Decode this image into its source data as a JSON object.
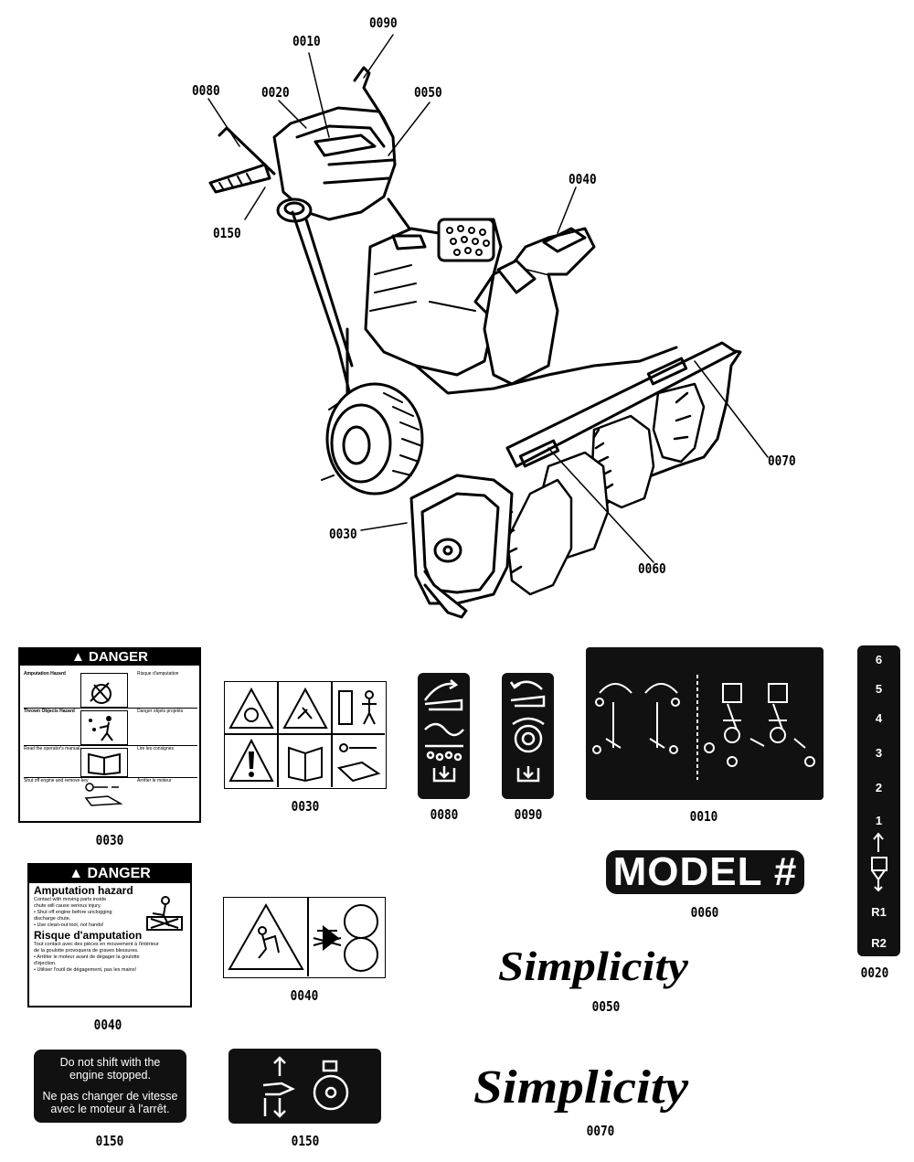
{
  "callouts": {
    "c0090": "0090",
    "c0010": "0010",
    "c0080": "0080",
    "c0020": "0020",
    "c0050": "0050",
    "c0040": "0040",
    "c0150": "0150",
    "c0070": "0070",
    "c0030": "0030",
    "c0060": "0060"
  },
  "parts": {
    "p0030a": "0030",
    "p0030b": "0030",
    "p0080": "0080",
    "p0090": "0090",
    "p0010": "0010",
    "p0060": "0060",
    "p0020": "0020",
    "p0040a": "0040",
    "p0040b": "0040",
    "p0050": "0050",
    "p0150a": "0150",
    "p0150b": "0150",
    "p0070": "0070"
  },
  "danger_decal_1": {
    "header": "▲ DANGER",
    "left": [
      "Amputation Hazard",
      "Thrown Objects Hazard",
      "Read the operator's manual",
      "Shut off engine and remove key"
    ],
    "right": [
      "Risque d'amputation",
      "Danger objets projetés",
      "Lire les consignes",
      "Arrêter le moteur"
    ]
  },
  "danger_decal_2": {
    "header": "▲ DANGER",
    "title_en": "Amputation hazard",
    "body_en": [
      "Contact with moving parts inside",
      "chute will cause serious injury.",
      "• Shut off engine before unclogging",
      "   discharge chute.",
      "• Use clean-out tool, not hands!"
    ],
    "title_fr": "Risque d'amputation",
    "body_fr": [
      "Tout contact avec des pièces en mouvement à l'intérieur",
      "de la goulotte provoquera de graves blessures.",
      "• Arrêter le moteur avant de dégager la goulotte",
      "   d'éjection.",
      "• Utiliser l'outil de dégagement, pas les mains!"
    ]
  },
  "model_badge": {
    "text": "MODEL #"
  },
  "shift_decal": {
    "en1": "Do not shift with the",
    "en2": "engine stopped.",
    "fr1": "Ne pas changer de vitesse",
    "fr2": "avec le moteur à l'arrêt."
  },
  "brand": {
    "name_0050": "Simplicity",
    "name_0070": "Simplicity"
  },
  "gear_strip": {
    "gears": [
      "6",
      "5",
      "4",
      "3",
      "2",
      "1",
      "R1",
      "R2"
    ]
  }
}
